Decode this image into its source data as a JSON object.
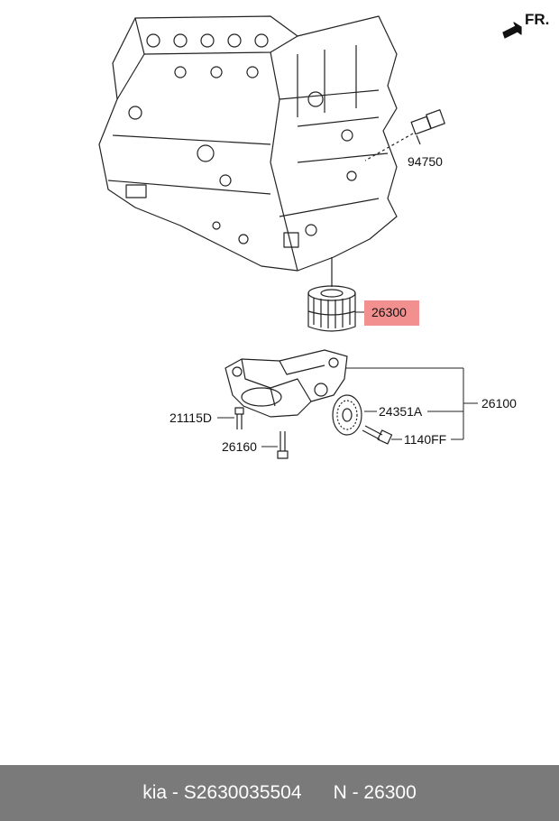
{
  "direction_marker": {
    "label": "FR.",
    "icon": "front-arrow-icon"
  },
  "parts": {
    "sensor": "94750",
    "oil_filter": "26300",
    "oil_pump_assembly": "26100",
    "bolt_a": "21115D",
    "bolt_b": "26160",
    "gear": "24351A",
    "gear_bolt": "1140FF"
  },
  "highlight": {
    "part": "26300",
    "color": "#f07d7d"
  },
  "footer": {
    "brand": "kia",
    "part_number": "S2630035504",
    "ref": "N - 26300",
    "background": "#7a7a7a"
  }
}
